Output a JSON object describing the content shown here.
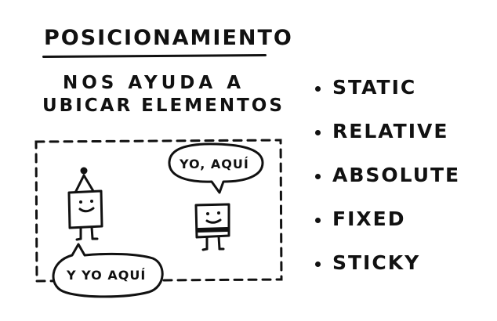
{
  "title": "POSICIONAMIENTO",
  "subtitle": {
    "line1": "NOS AYUDA A",
    "line2": "UBICAR ELEMENTOS"
  },
  "positions": [
    {
      "label": "STATIC"
    },
    {
      "label": "RELATIVE"
    },
    {
      "label": "ABSOLUTE"
    },
    {
      "label": "FIXED"
    },
    {
      "label": "STICKY"
    }
  ],
  "bubbles": {
    "top": "YO, AQUÍ",
    "bottom": "Y YO AQUÍ"
  },
  "colors": {
    "ink": "#111111",
    "paper": "#ffffff"
  }
}
